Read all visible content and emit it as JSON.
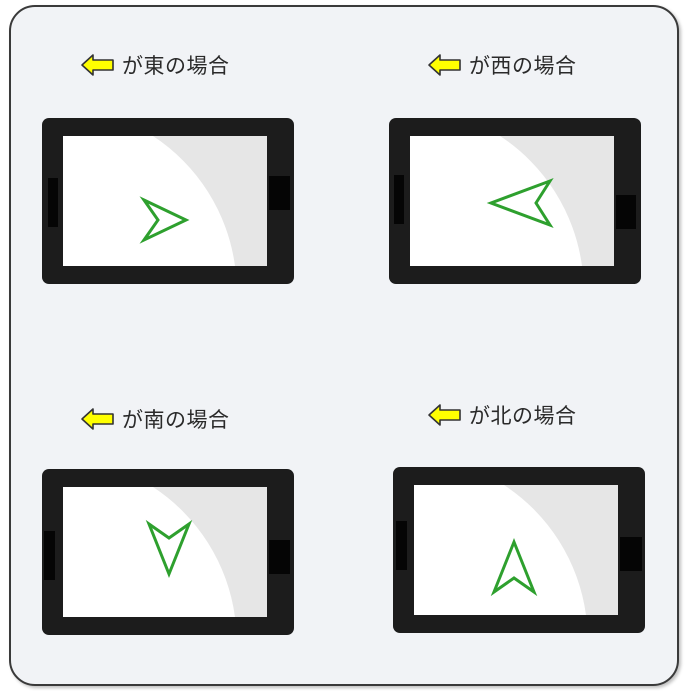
{
  "panels": [
    {
      "label": "が東の場合",
      "arrow_direction": "right"
    },
    {
      "label": "が西の場合",
      "arrow_direction": "left"
    },
    {
      "label": "が南の場合",
      "arrow_direction": "down"
    },
    {
      "label": "が北の場合",
      "arrow_direction": "up"
    }
  ],
  "colors": {
    "background": "#f1f3f6",
    "border": "#3a3a3a",
    "tablet_body": "#1c1c1c",
    "screen": "#ffffff",
    "screen_shade": "#e6e6e6",
    "direction_arrow": "#2ea02e",
    "legend_arrow_fill": "#ffff00",
    "legend_arrow_stroke": "#333333"
  },
  "icons": {
    "legend": "yellow-left-arrow-icon",
    "direction": "green-navigation-arrow-icon"
  }
}
